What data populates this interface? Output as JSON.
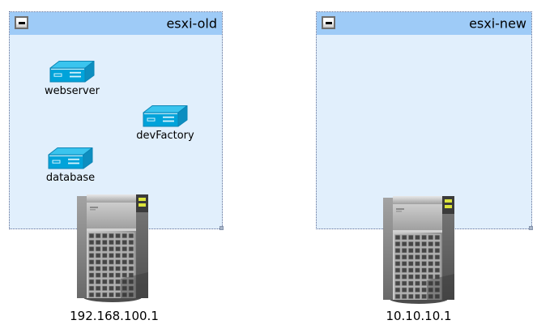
{
  "diagram": {
    "groups": [
      {
        "title": "esxi-old",
        "collapsed": false,
        "vms": [
          {
            "label": "webserver"
          },
          {
            "label": "devFactory"
          },
          {
            "label": "database"
          }
        ]
      },
      {
        "title": "esxi-new",
        "collapsed": false,
        "vms": []
      }
    ],
    "hosts": [
      {
        "ip": "192.168.100.1"
      },
      {
        "ip": "10.10.10.1"
      }
    ]
  },
  "icons": {
    "collapse": "minus-icon",
    "vm": "server-box-icon",
    "host": "tower-server-icon"
  },
  "colors": {
    "group_header": "#9ecbf7",
    "group_body": "#e1effc",
    "group_border": "#5f6e96",
    "vm_icon_front": "#00a3da",
    "vm_icon_top": "#3ac4ee",
    "vm_icon_side": "#0d8ec0",
    "host_led": "#dce43b"
  }
}
